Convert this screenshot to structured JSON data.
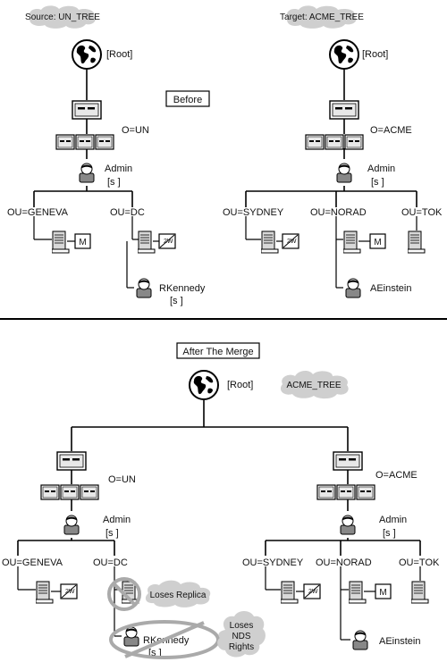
{
  "before": {
    "title": "Before",
    "source_cloud": "Source: UN_TREE",
    "target_cloud": "Target: ACME_TREE",
    "source_tree": {
      "root": "[Root]",
      "org": "O=UN",
      "admin": "Admin",
      "admin_rights": "[s  ]",
      "ou_left": "OU=GENEVA",
      "ou_left_badge": "M",
      "ou_right": "OU=DC",
      "ou_right_badge": "2W",
      "user": "RKennedy",
      "user_rights": "[s  ]"
    },
    "target_tree": {
      "root": "[Root]",
      "org": "O=ACME",
      "admin": "Admin",
      "admin_rights": "[s  ]",
      "ou_1": "OU=SYDNEY",
      "ou_1_badge": "2W",
      "ou_2": "OU=NORAD",
      "ou_2_badge": "M",
      "ou_3": "OU=TOK",
      "user": "AEinstein"
    }
  },
  "after": {
    "title": "After The Merge",
    "root": "[Root]",
    "tree_cloud": "ACME_TREE",
    "left": {
      "org": "O=UN",
      "admin": "Admin",
      "admin_rights": "[s  ]",
      "ou_left": "OU=GENEVA",
      "ou_left_badge": "2W",
      "ou_right": "OU=DC",
      "user": "RKennedy",
      "user_rights": "[s  ]",
      "note_replica": "Loses Replica",
      "note_rights_1": "Loses",
      "note_rights_2": "NDS",
      "note_rights_3": "Rights"
    },
    "right": {
      "org": "O=ACME",
      "admin": "Admin",
      "admin_rights": "[s  ]",
      "ou_1": "OU=SYDNEY",
      "ou_1_badge": "2W",
      "ou_2": "OU=NORAD",
      "ou_2_badge": "M",
      "ou_3": "OU=TOK",
      "user": "AEinstein"
    }
  }
}
